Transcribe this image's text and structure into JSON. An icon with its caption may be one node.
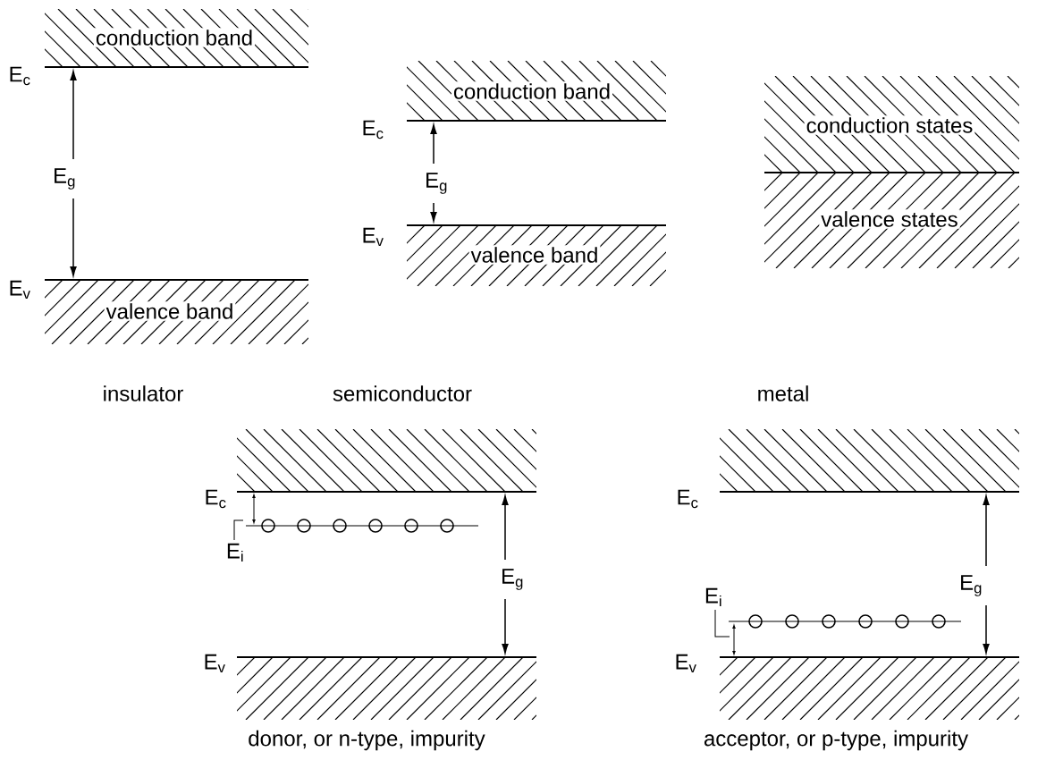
{
  "diagram": {
    "nodes": [
      {
        "text": [
          "conduction band"
        ]
      },
      {
        "text": [
          "valence band"
        ]
      },
      {
        "text": [
          "conduction band"
        ]
      },
      {
        "text": [
          "valence band"
        ]
      },
      {
        "text": [
          "conduction states"
        ]
      },
      {
        "text": [
          "valence states"
        ]
      },
      {
        "text": [],
        "shape": "box"
      },
      {
        "text": [],
        "shape": "box"
      },
      {
        "text": [],
        "shape": "box"
      },
      {
        "text": [],
        "shape": "box"
      }
    ],
    "labels": [
      "E$_{c}$",
      "E$_{g}$",
      "E$_{v}$",
      "E$_{c}$",
      "E$_{g}$",
      "E$_{v}$",
      "insulator",
      "semiconductor",
      "metal",
      "E$_{c}$",
      "E$_{i}$",
      "E$_{g}$",
      "E$_{v}$",
      "E$_{c}$",
      "E$_{i}$",
      "E$_{g}$",
      "E$_{v}$",
      "donor, or n-type, impurity",
      "acceptor, or p-type, impurity"
    ]
  }
}
